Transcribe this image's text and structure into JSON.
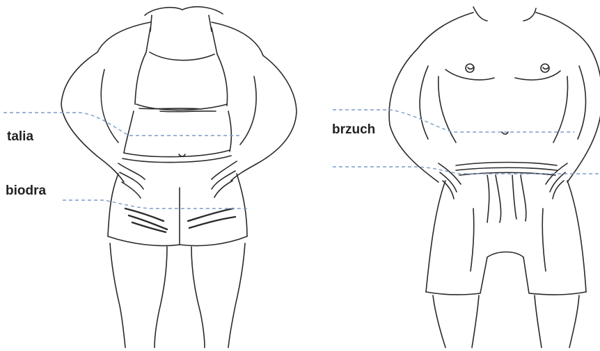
{
  "labels": {
    "waist": "talia",
    "hips": "biodra",
    "belly": "brzuch"
  },
  "colors": {
    "line_art": "#2a2a2a",
    "measure_line": "#7a9cc6",
    "label_text": "#222222",
    "background": "#ffffff"
  },
  "figures": [
    {
      "name": "female-figure",
      "garments": [
        "tank-top",
        "shorts"
      ]
    },
    {
      "name": "male-figure",
      "garments": [
        "swim-shorts"
      ]
    }
  ]
}
